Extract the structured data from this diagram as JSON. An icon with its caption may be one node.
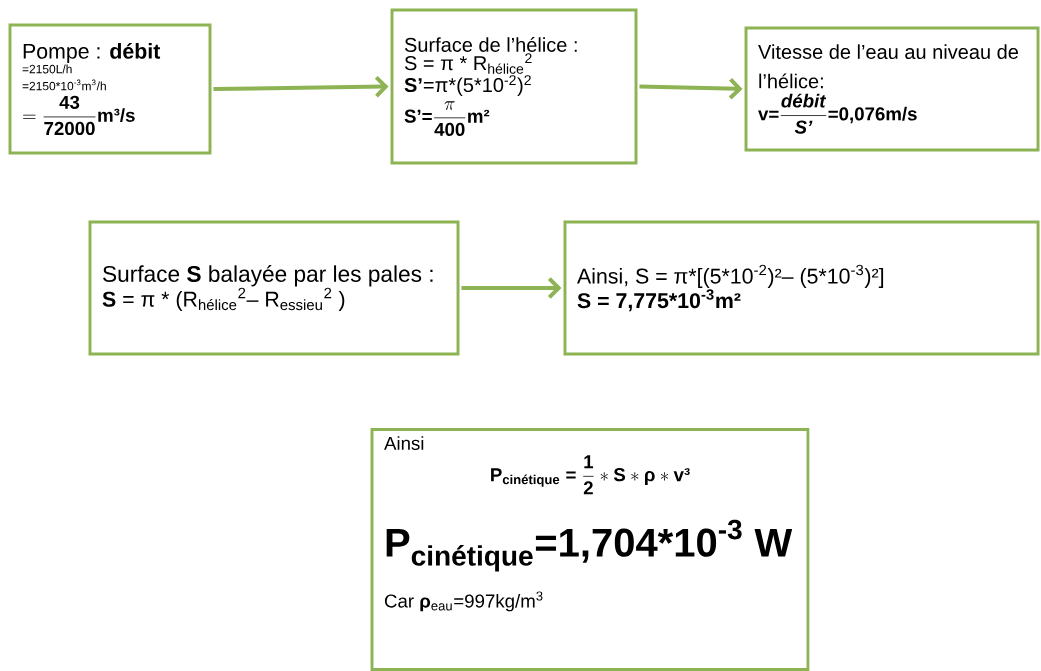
{
  "diagram": {
    "nodes": [
      {
        "text": [
          "Pompe : **débit**",
          "=2150L/h",
          "=2150*10$^{-3}$m$^{3}$/h",
          "=\\frac{\\mathbf{43}}{\\mathbf{72000}}\\textbf{m³/s}"
        ]
      },
      {
        "text": [
          "Surface de l’hélice :",
          "S = π * R$_{hélice}$$^{2}$",
          "**S’**=π*(5*10$^{-2}$)$^{2}$",
          "\\textbf{S’=}\\frac{\\pi}{\\mathbf{400}}\\textbf{m²}"
        ]
      },
      {
        "text": [
          "Vitesse de l’eau au niveau de l’hélice:",
          "\\textbf{v=}\\frac{\\textbf{\\textit{débit}}}{\\textbf{\\textit{S’}}}\\textbf{=0,076m/s}"
        ]
      },
      {
        "text": [
          "Surface **S** balayée par les pales :",
          "**S** = π * (R$_{hélice}$$^{2}$– R$_{essieu}$$^{2}$ )"
        ]
      },
      {
        "text": [
          "Ainsi, S = π*[(5*10$^{-2}$)²– (5*10$^{-3}$)²]",
          "S = 7,775*10$^{-3}$m²"
        ]
      },
      {
        "text": [
          "Ainsi",
          "\\textbf{P}_{\\textbf{cinétique}}\\textbf{ = }\\frac{\\mathbf{1}}{\\mathbf{2}}*\\textbf{S}*\\textbf{ρ}*\\textbf{v³}",
          "\\textbf{P}_{\\textbf{cinétique}}\\textbf{=1,704*10}^{\\textbf{-3}}\\textbf{ W}",
          "Car **ρ**$_{eau}$=997kg/m$^{3}$"
        ]
      }
    ],
    "edges": [
      {
        "from": 0,
        "to": 1,
        "arrow": "to"
      },
      {
        "from": 1,
        "to": 2,
        "arrow": "to"
      },
      {
        "from": 3,
        "to": 4,
        "arrow": "to"
      }
    ]
  }
}
